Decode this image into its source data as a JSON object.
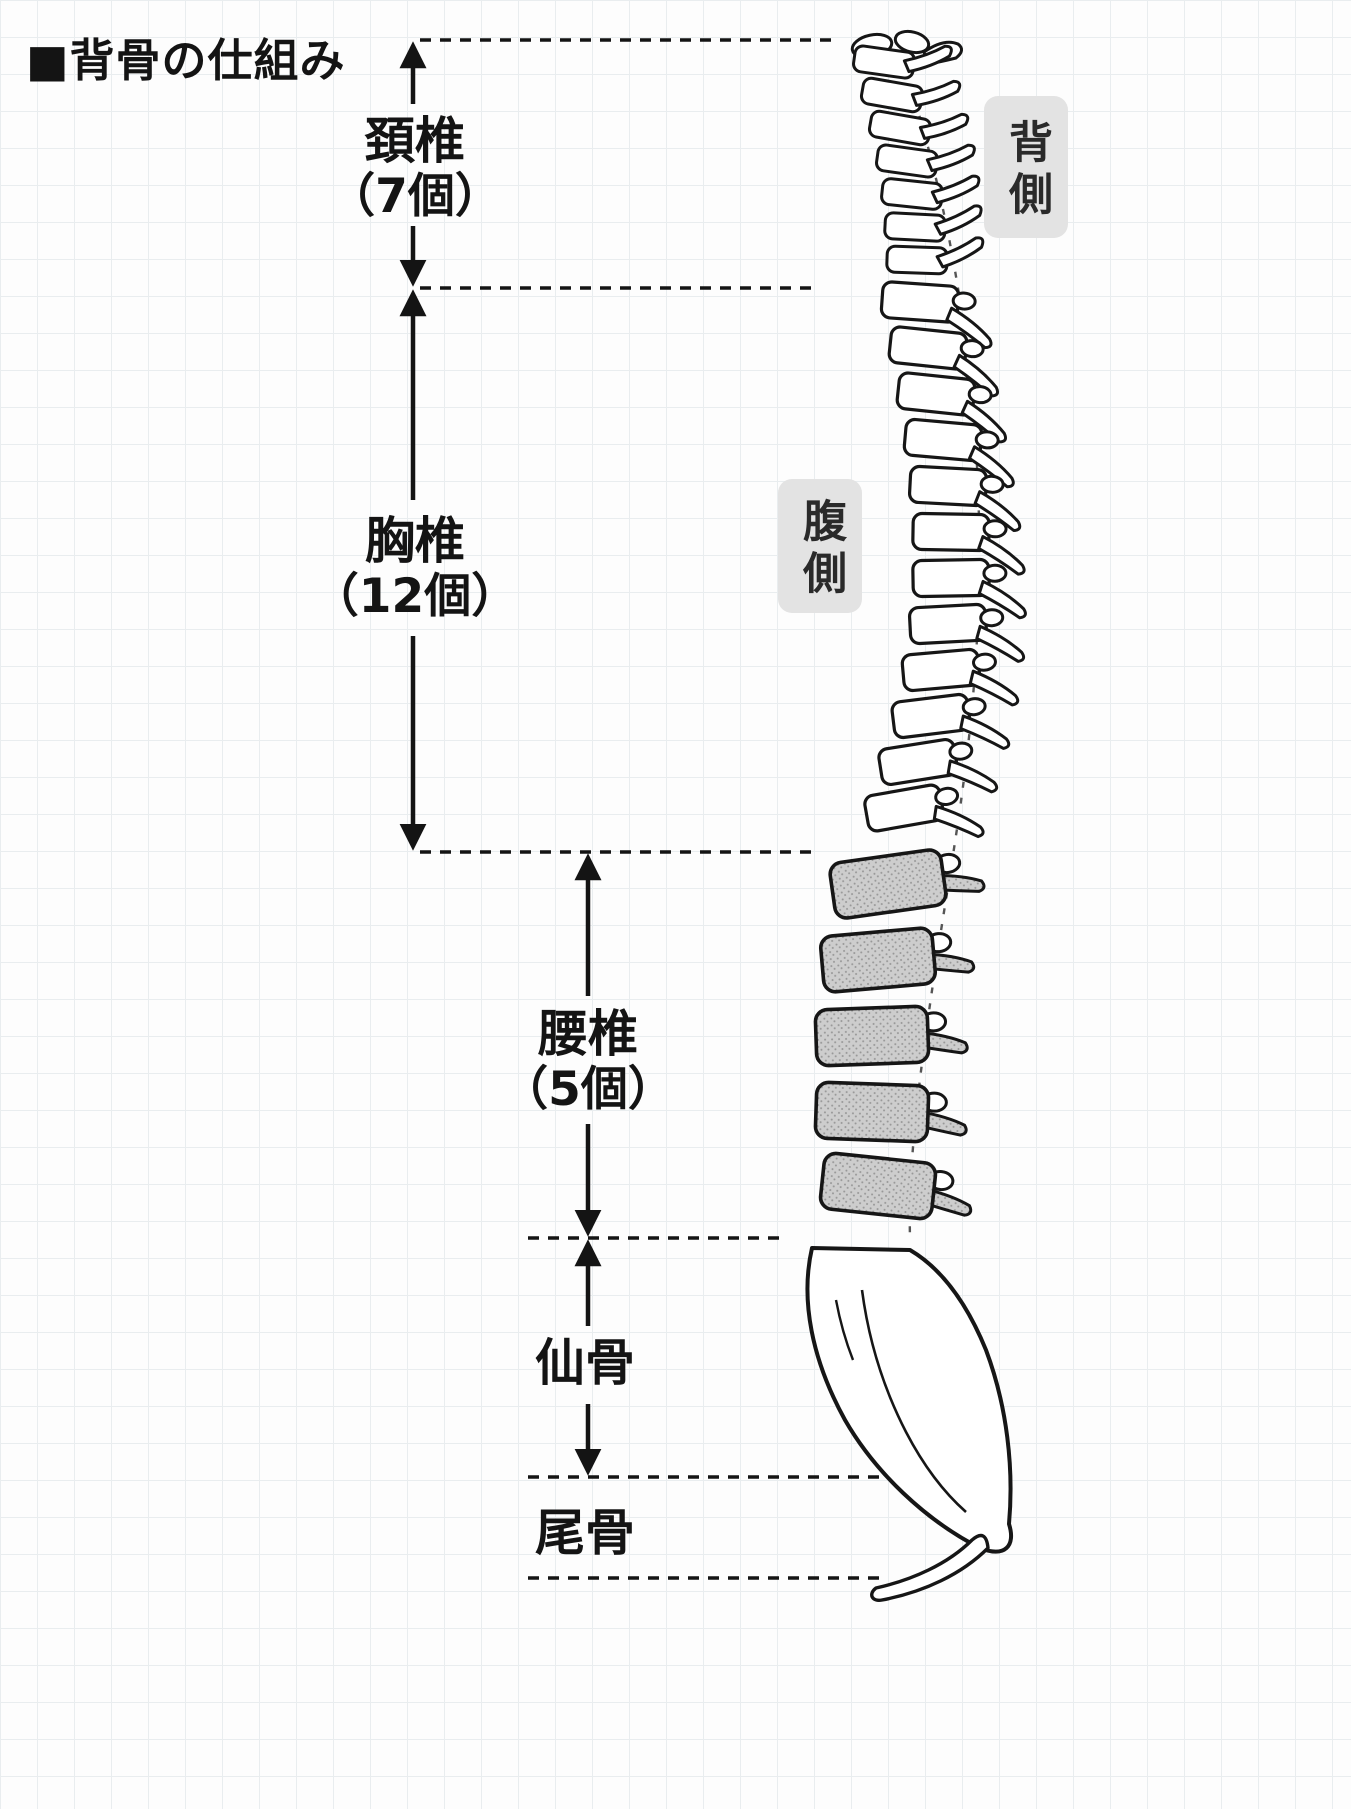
{
  "title": "■背骨の仕組み",
  "regions": [
    {
      "id": "cervical",
      "name": "頚椎",
      "count": "（7個）"
    },
    {
      "id": "thoracic",
      "name": "胸椎",
      "count": "（12個）"
    },
    {
      "id": "lumbar",
      "name": "腰椎",
      "count": "（5個）"
    },
    {
      "id": "sacrum",
      "name": "仙骨",
      "count": ""
    },
    {
      "id": "coccyx",
      "name": "尾骨",
      "count": ""
    }
  ],
  "sides": {
    "dorsal": "背側",
    "ventral": "腹側"
  },
  "counts": {
    "cervical": 7,
    "thoracic": 12,
    "lumbar": 5
  },
  "colors": {
    "ink": "#161616",
    "lumbar_fill": "#c9c9c9",
    "badge_bg": "#e3e3e3",
    "grid_line": "#e9edef",
    "paper": "#fdfdfd"
  }
}
